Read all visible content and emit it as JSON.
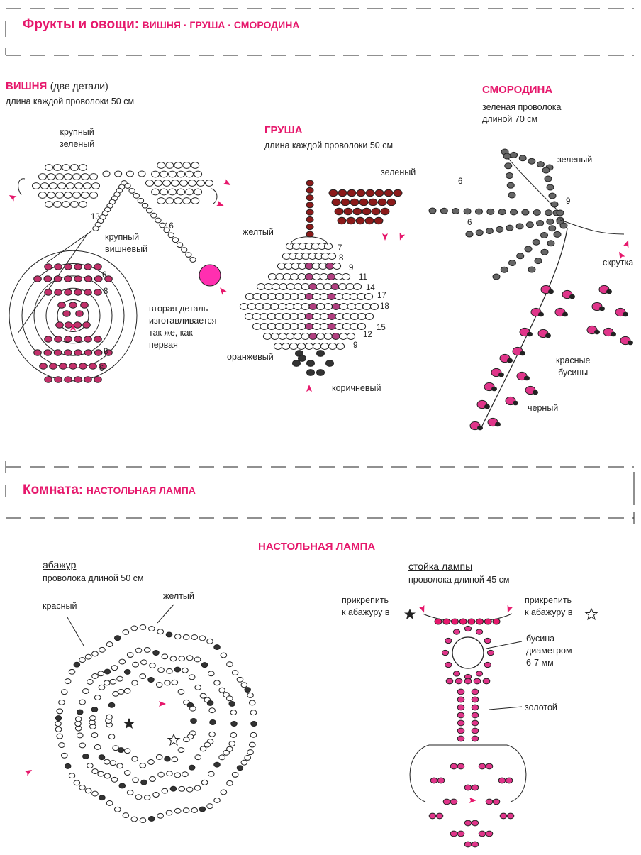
{
  "section1": {
    "main": "Фрукты и овощи:",
    "items": "вишня · груша · смородина"
  },
  "cherry": {
    "title": "ВИШНЯ",
    "title_note": "(две детали)",
    "wire": "длина каждой проволоки 50 см",
    "green_label": "крупный\nзеленый",
    "cherry_label": "крупный\nвишневый",
    "second_part": "вторая деталь\nизготавливается\nтак же, как\nпервая",
    "n13": "13",
    "n16": "16",
    "n6a": "6",
    "n8a": "8",
    "n8b": "8",
    "n6b": "6"
  },
  "pear": {
    "title": "ГРУША",
    "wire": "длина каждой проволоки 50 см",
    "green": "зеленый",
    "yellow": "желтый",
    "orange": "оранжевый",
    "brown": "коричневый",
    "rows": [
      "7",
      "8",
      "9",
      "11",
      "14",
      "17",
      "18",
      "15",
      "12",
      "9"
    ]
  },
  "currant": {
    "title": "СМОРОДИНА",
    "wire": "зеленая проволока\nдлиной 70 см",
    "green": "зеленый",
    "twist": "скрутка",
    "red": "красные\nбусины",
    "black": "черный",
    "n6a": "6",
    "n6b": "6",
    "n9": "9"
  },
  "section2": {
    "main": "Комната:",
    "items": "настольная лампа"
  },
  "lamp": {
    "title": "НАСТОЛЬНАЯ ЛАМПА",
    "shade": {
      "title": "абажур",
      "wire": "проволока длиной 50 см",
      "red": "красный",
      "yellow": "желтый"
    },
    "stand": {
      "title": "стойка лампы",
      "wire": "проволока длиной 45 см",
      "attach_left": "прикрепить\nк абажуру в",
      "attach_right": "прикрепить\nк абажуру в",
      "bead": "бусина\nдиаметром\n6-7 мм",
      "gold": "золотой"
    }
  },
  "colors": {
    "accent": "#e6186c",
    "cherry": "#c2306a",
    "brown": "#8b1a1a",
    "green_bead": "#ffffff",
    "dark": "#333333"
  }
}
